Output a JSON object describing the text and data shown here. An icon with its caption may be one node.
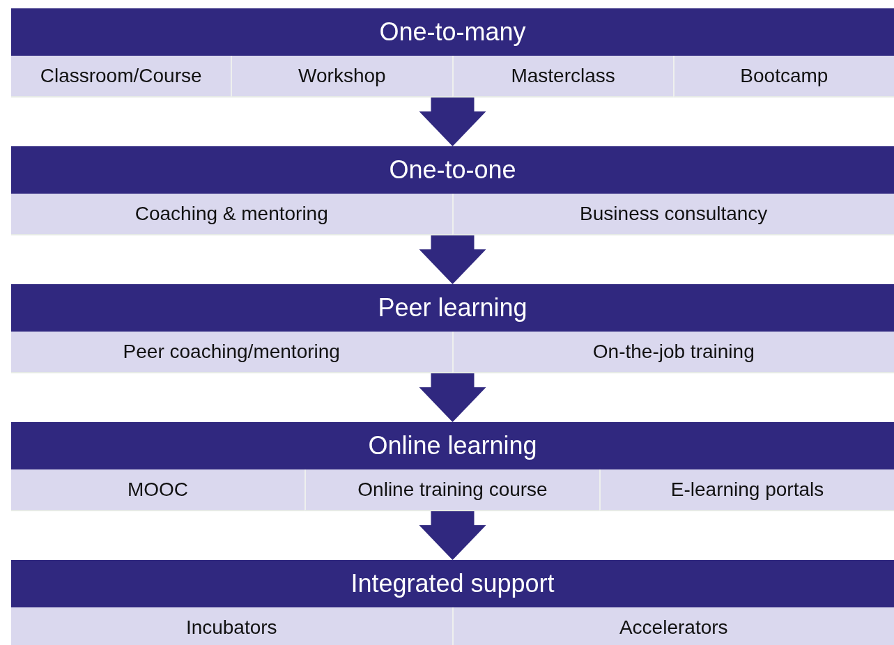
{
  "diagram": {
    "nodes": [
      {
        "text": [
          "One-to-many"
        ]
      },
      {
        "text": [
          "Classroom/Course"
        ],
        "in": 0
      },
      {
        "text": [
          "Workshop"
        ],
        "in": 0
      },
      {
        "text": [
          "Masterclass"
        ],
        "in": 0
      },
      {
        "text": [
          "Bootcamp"
        ],
        "in": 0
      },
      {
        "text": [
          "One-to-one"
        ]
      },
      {
        "text": [
          "Coaching & mentoring"
        ],
        "in": 5
      },
      {
        "text": [
          "Business consultancy"
        ],
        "in": 5
      },
      {
        "text": [
          "Peer learning"
        ]
      },
      {
        "text": [
          "Peer coaching/mentoring"
        ],
        "in": 8
      },
      {
        "text": [
          "On-the-job training"
        ],
        "in": 8
      },
      {
        "text": [
          "Online learning"
        ]
      },
      {
        "text": [
          "MOOC"
        ],
        "in": 11
      },
      {
        "text": [
          "Online training course"
        ],
        "in": 11
      },
      {
        "text": [
          "E-learning portals"
        ],
        "in": 11
      },
      {
        "text": [
          "Integrated support"
        ]
      },
      {
        "text": [
          "Incubators"
        ],
        "in": 15
      },
      {
        "text": [
          "Accelerators"
        ],
        "in": 15
      }
    ],
    "edges": [
      {
        "from": 0,
        "to": 5,
        "arrow": "to"
      },
      {
        "from": 5,
        "to": 8,
        "arrow": "to"
      },
      {
        "from": 8,
        "to": 11,
        "arrow": "to"
      },
      {
        "from": 11,
        "to": 15,
        "arrow": "to"
      }
    ]
  }
}
